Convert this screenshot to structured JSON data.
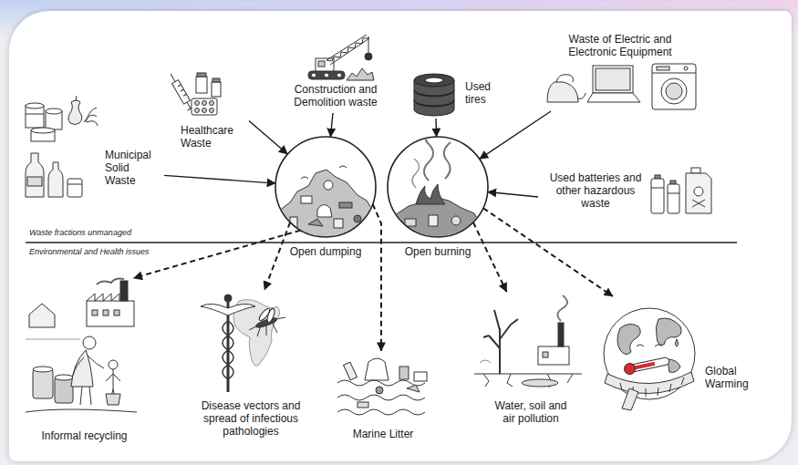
{
  "diagram": {
    "nodes": [
      {
        "text": [
          "Municipal Solid Waste"
        ]
      },
      {
        "text": [
          "Healthcare Waste"
        ]
      },
      {
        "text": [
          "Construction and Demolition waste"
        ]
      },
      {
        "text": [
          "Used tires"
        ]
      },
      {
        "text": [
          "Waste of Electric and Electronic Equipment"
        ]
      },
      {
        "text": [
          "Used batteries and other hazardous waste"
        ]
      },
      {
        "text": [
          "Open dumping"
        ]
      },
      {
        "text": [
          "Open burning"
        ]
      },
      {
        "text": [
          "Informal recycling"
        ]
      },
      {
        "text": [
          "Disease vectors and spread of infectious pathologies"
        ]
      },
      {
        "text": [
          "Marine Litter"
        ]
      },
      {
        "text": [
          "Water, soil and air pollution"
        ]
      },
      {
        "text": [
          "Global Warming"
        ]
      }
    ],
    "edges": [
      {
        "from": 0,
        "to": 6,
        "arrow": "to"
      },
      {
        "from": 1,
        "to": 6,
        "arrow": "to"
      },
      {
        "from": 2,
        "to": 6,
        "arrow": "to"
      },
      {
        "from": 3,
        "to": 7,
        "arrow": "to"
      },
      {
        "from": 4,
        "to": 7,
        "arrow": "to"
      },
      {
        "from": 5,
        "to": 7,
        "arrow": "to"
      },
      {
        "from": 6,
        "to": 8,
        "arrow": "to"
      },
      {
        "from": 6,
        "to": 9,
        "arrow": "to"
      },
      {
        "from": 6,
        "to": 10,
        "arrow": "to"
      },
      {
        "from": 7,
        "to": 11,
        "arrow": "to"
      },
      {
        "from": 7,
        "to": 12,
        "arrow": "to"
      }
    ],
    "labels": [
      "Waste fractions unmanaged",
      "Environmental and Health issues"
    ]
  }
}
